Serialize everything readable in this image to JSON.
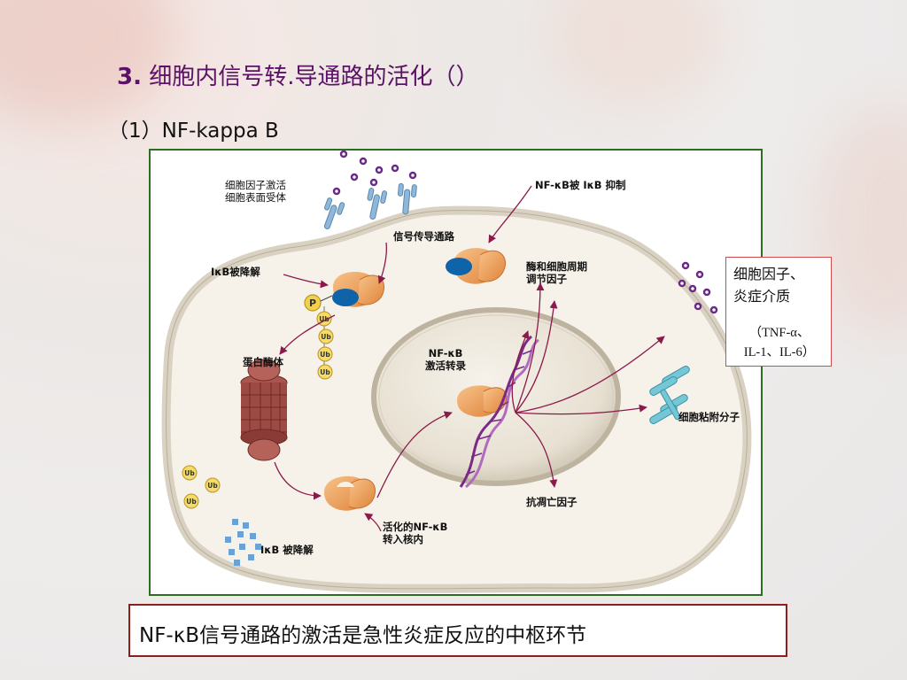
{
  "slide": {
    "title_number": "3.",
    "title_text": "细胞内信号转.导通路的活化（）",
    "subtitle": "（1）NF-kappa B",
    "conclusion": "NF-κB信号通路的激活是急性炎症反应的中枢环节"
  },
  "diagram": {
    "labels": {
      "receptor": "细胞因子激活\n细胞表面受体",
      "nfkb_inhibited": "NF-κB被 IκB 抑制",
      "signal_pathway": "信号传导通路",
      "ikb_degraded_top": "IκB被降解",
      "enzymes_cycle": "酶和细胞周期\n调节因子",
      "proteasome": "蛋白酶体",
      "nfkb_transcription": "NF-κB\n激活转录",
      "adhesion": "细胞粘附分子",
      "antiapoptosis": "抗凋亡因子",
      "activated_nfkb": "活化的NF-κB\n转入核内",
      "ikb_degraded_bottom": "IκB 被降解",
      "phospho": "P",
      "ubiquitin": "Ub"
    },
    "cytokine_box": {
      "title": "细胞因子、\n炎症介质",
      "examples": "（TNF-α、\nIL-1、IL-6）"
    }
  }
}
